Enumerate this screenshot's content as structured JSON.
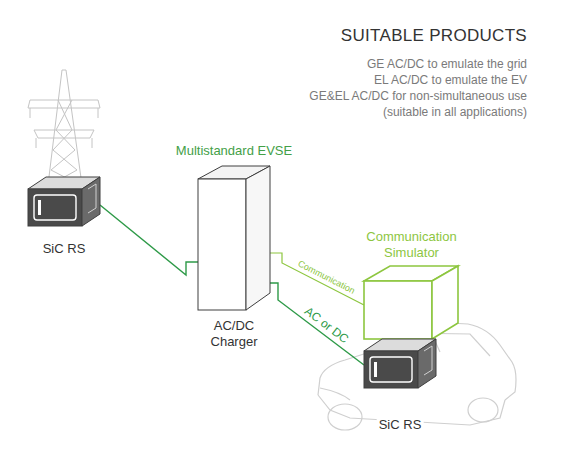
{
  "diagram": {
    "title": "SUITABLE PRODUCTS",
    "nodes": [
      {
        "text": [
          "SiC RS"
        ]
      },
      {
        "text": [
          "Multistandard EVSE",
          "AC/DC Charger"
        ]
      },
      {
        "text": [
          "Communication Simulator"
        ]
      },
      {
        "text": [
          "SiC RS"
        ]
      }
    ],
    "edges": [
      {
        "from": 0,
        "to": 1,
        "arrow": "none"
      },
      {
        "from": 1,
        "to": 3,
        "label": "AC or DC",
        "arrow": "none"
      },
      {
        "from": 1,
        "to": 2,
        "label": "Communication",
        "arrow": "none"
      }
    ],
    "labels": [
      "GE AC/DC to emulate the grid",
      "EL AC/DC to emulate the EV",
      "GE&EL AC/DC for non-simultaneous use",
      "(suitable in all applications)"
    ]
  }
}
